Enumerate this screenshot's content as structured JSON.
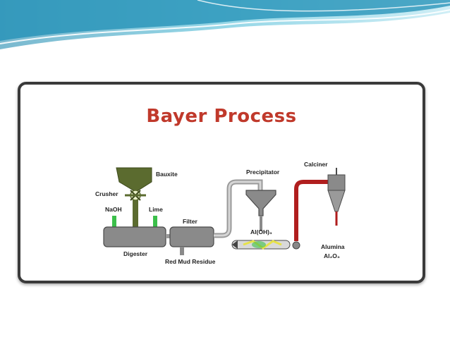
{
  "slide": {
    "title": "Bayer Process"
  },
  "diagram": {
    "labels": {
      "bauxite": "Bauxite",
      "crusher": "Crusher",
      "naoh": "NaOH",
      "lime": "Lime",
      "digester": "Digester",
      "filter": "Filter",
      "red_mud": "Red Mud Residue",
      "precipitator": "Precipitator",
      "aloh3": "Al(OH)₃",
      "calciner": "Calciner",
      "alumina": "Alumina",
      "al2o3": "Al₂O₃"
    },
    "colors": {
      "title": "#c0392b",
      "hopper": "#5b6b2f",
      "vessel": "#8a8a8a",
      "inlet": "#3bbf4a",
      "calciner_pipe": "#b01e1e",
      "kiln_flame": "#e7e24a"
    }
  }
}
